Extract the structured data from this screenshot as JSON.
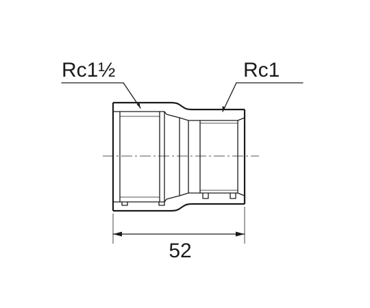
{
  "thread_labels": {
    "large_end": "Rc1½",
    "small_end": "Rc1"
  },
  "dimension": {
    "overall_length": "52"
  }
}
